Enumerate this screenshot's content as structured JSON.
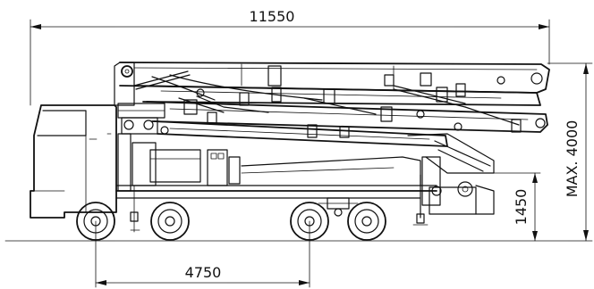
{
  "dimensions": {
    "overall_length": "11550",
    "max_height": "MAX. 4000",
    "outrigger_height": "1450",
    "axle_spacing": "4750"
  },
  "colors": {
    "line": "#111111",
    "background": "#ffffff"
  }
}
